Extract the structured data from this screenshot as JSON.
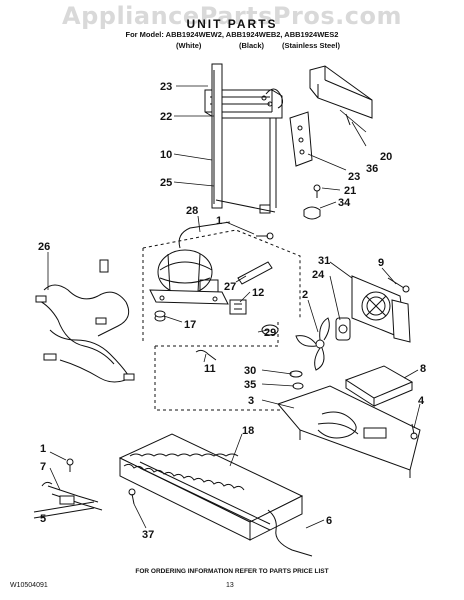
{
  "watermark": "AppliancePartsPros.com",
  "header": {
    "title": "UNIT PARTS",
    "model_line": "For Model: ABB1924WEW2, ABB1924WEB2, ABB1924WES2",
    "variants": [
      "(White)",
      "(Black)",
      "(Stainless Steel)"
    ]
  },
  "callouts": {
    "c23a": "23",
    "c22": "22",
    "c10": "10",
    "c25": "25",
    "c20": "20",
    "c36": "36",
    "c23b": "23",
    "c21": "21",
    "c34": "34",
    "c28": "28",
    "c1a": "1",
    "c26": "26",
    "c31": "31",
    "c24": "24",
    "c9": "9",
    "c27": "27",
    "c12": "12",
    "c2": "2",
    "c17": "17",
    "c29": "29",
    "c11": "11",
    "c30": "30",
    "c8": "8",
    "c35": "35",
    "c3": "3",
    "c4": "4",
    "c18": "18",
    "c1b": "1",
    "c7": "7",
    "c5": "5",
    "c6": "6",
    "c37": "37"
  },
  "footer": {
    "ordering_note": "FOR ORDERING INFORMATION REFER TO PARTS PRICE LIST",
    "doc_number": "W10504091",
    "page_number": "13"
  }
}
